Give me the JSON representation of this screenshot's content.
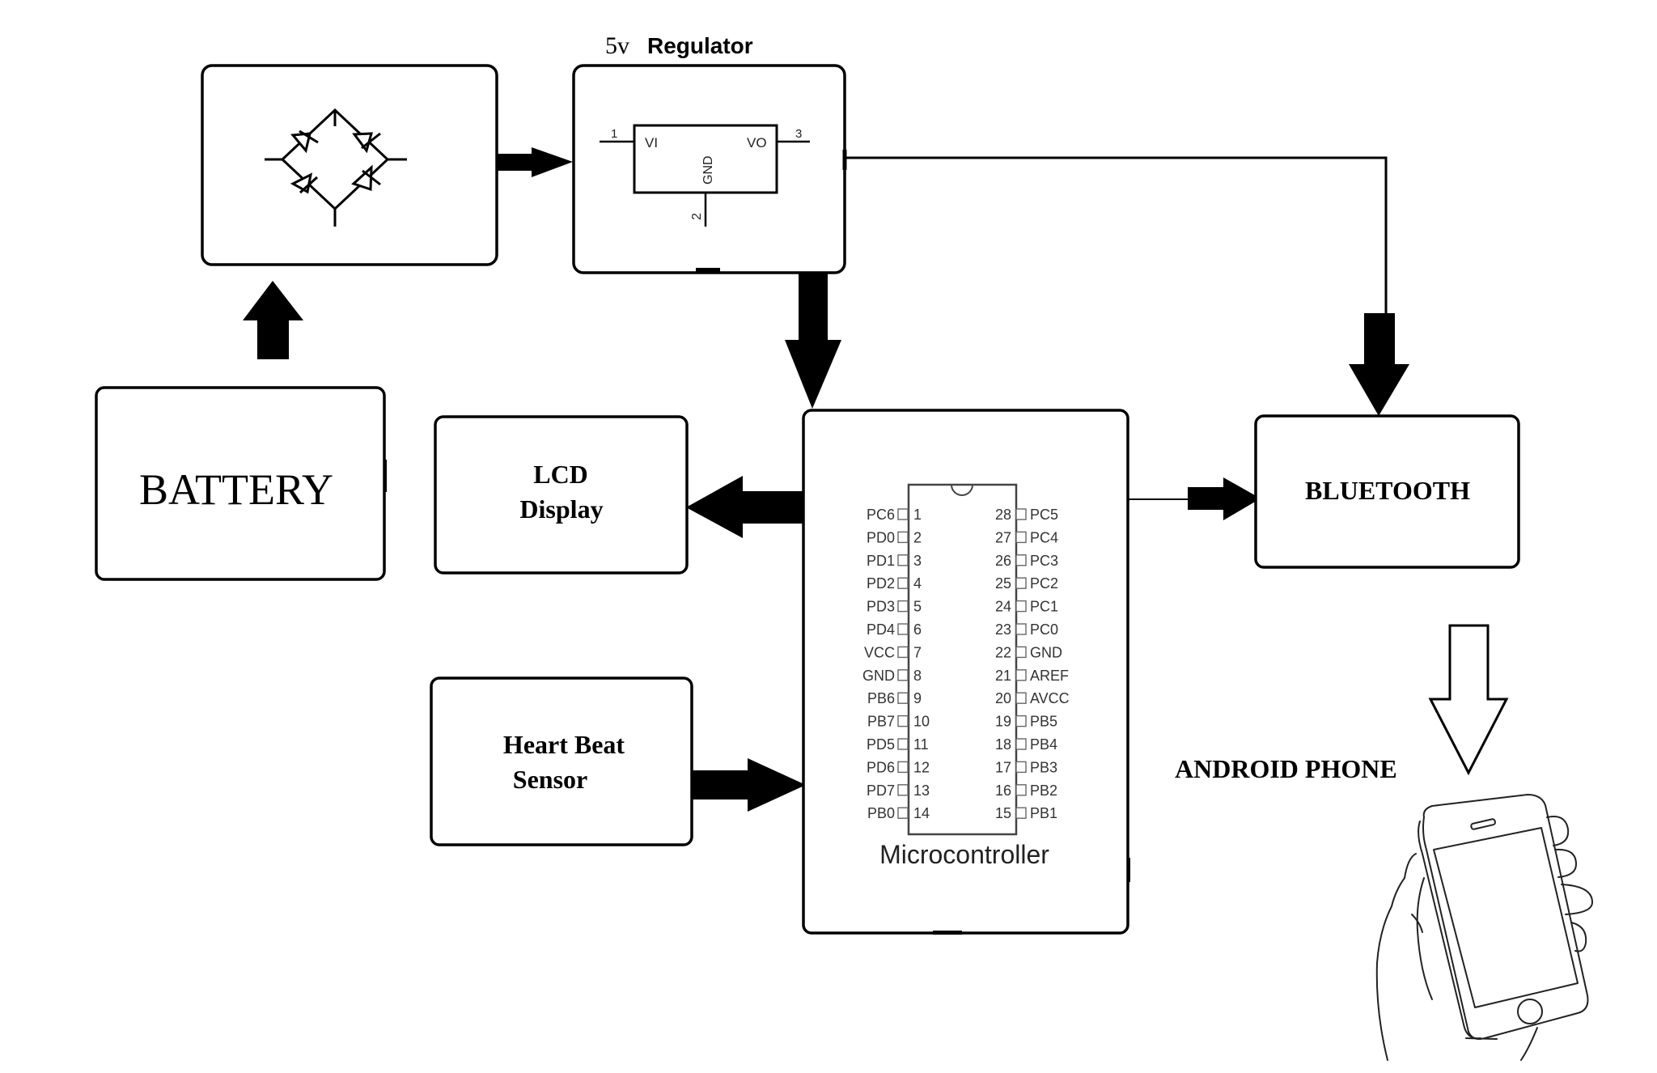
{
  "diagram": {
    "blocks": {
      "rectifier": {
        "label": "",
        "symbol": "bridge-rectifier"
      },
      "regulator": {
        "title_prefix": "5v",
        "title_suffix": "Regulator",
        "ic": {
          "input_label": "VI",
          "output_label": "VO",
          "ground_label": "GND",
          "pin_in": "1",
          "pin_out": "3",
          "pin_gnd": "2"
        }
      },
      "battery": {
        "label": "BATTERY"
      },
      "lcd": {
        "line1": "LCD",
        "line2": "Display"
      },
      "heart_sensor": {
        "line1": "Heart Beat",
        "line2": "Sensor"
      },
      "microcontroller": {
        "label": "Microcontroller",
        "left_pins": [
          {
            "name": "PC6",
            "num": "1"
          },
          {
            "name": "PD0",
            "num": "2"
          },
          {
            "name": "PD1",
            "num": "3"
          },
          {
            "name": "PD2",
            "num": "4"
          },
          {
            "name": "PD3",
            "num": "5"
          },
          {
            "name": "PD4",
            "num": "6"
          },
          {
            "name": "VCC",
            "num": "7"
          },
          {
            "name": "GND",
            "num": "8"
          },
          {
            "name": "PB6",
            "num": "9"
          },
          {
            "name": "PB7",
            "num": "10"
          },
          {
            "name": "PD5",
            "num": "11"
          },
          {
            "name": "PD6",
            "num": "12"
          },
          {
            "name": "PD7",
            "num": "13"
          },
          {
            "name": "PB0",
            "num": "14"
          }
        ],
        "right_pins": [
          {
            "name": "PC5",
            "num": "28"
          },
          {
            "name": "PC4",
            "num": "27"
          },
          {
            "name": "PC3",
            "num": "26"
          },
          {
            "name": "PC2",
            "num": "25"
          },
          {
            "name": "PC1",
            "num": "24"
          },
          {
            "name": "PC0",
            "num": "23"
          },
          {
            "name": "GND",
            "num": "22"
          },
          {
            "name": "AREF",
            "num": "21"
          },
          {
            "name": "AVCC",
            "num": "20"
          },
          {
            "name": "PB5",
            "num": "19"
          },
          {
            "name": "PB4",
            "num": "18"
          },
          {
            "name": "PB3",
            "num": "17"
          },
          {
            "name": "PB2",
            "num": "16"
          },
          {
            "name": "PB1",
            "num": "15"
          }
        ]
      },
      "bluetooth": {
        "label": "BLUETOOTH"
      },
      "android": {
        "label": "ANDROID PHONE",
        "icon": "hand-holding-phone-icon"
      }
    },
    "connections": [
      {
        "from": "battery",
        "to": "rectifier",
        "style": "solid-arrow"
      },
      {
        "from": "rectifier",
        "to": "regulator",
        "style": "solid-arrow"
      },
      {
        "from": "regulator",
        "to": "microcontroller",
        "style": "solid-arrow"
      },
      {
        "from": "regulator",
        "to": "bluetooth",
        "style": "wire-solid-arrow"
      },
      {
        "from": "microcontroller",
        "to": "lcd",
        "style": "solid-arrow"
      },
      {
        "from": "heart_sensor",
        "to": "microcontroller",
        "style": "solid-arrow"
      },
      {
        "from": "microcontroller",
        "to": "bluetooth",
        "style": "solid-arrow"
      },
      {
        "from": "bluetooth",
        "to": "android",
        "style": "hollow-arrow"
      }
    ]
  }
}
